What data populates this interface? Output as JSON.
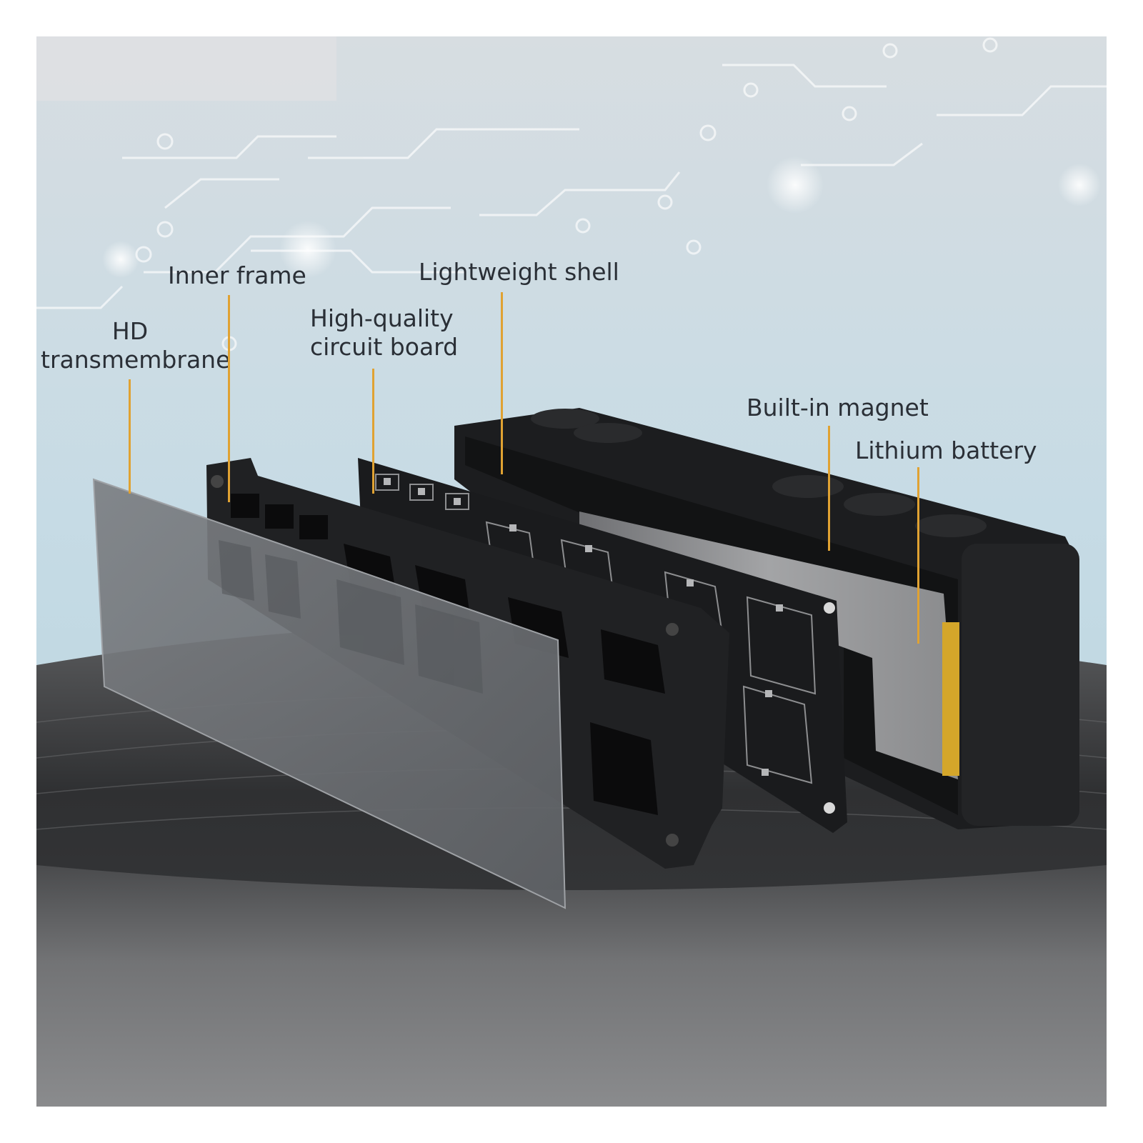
{
  "callouts": {
    "hd_transmembrane": {
      "line1": "HD",
      "line2": "transmembrane"
    },
    "inner_frame": "Inner frame",
    "circuit_board": {
      "line1": "High-quality",
      "line2": "circuit board"
    },
    "lightweight_shell": "Lightweight shell",
    "built_in_magnet": "Built-in magnet",
    "lithium_battery": "Lithium battery"
  },
  "colors": {
    "leader_line": "#e0a232",
    "label_text": "#2a2f36",
    "background_sky": "#c9dde6",
    "device_body": "#1c1d1f",
    "battery_gold": "#d4a62a"
  }
}
